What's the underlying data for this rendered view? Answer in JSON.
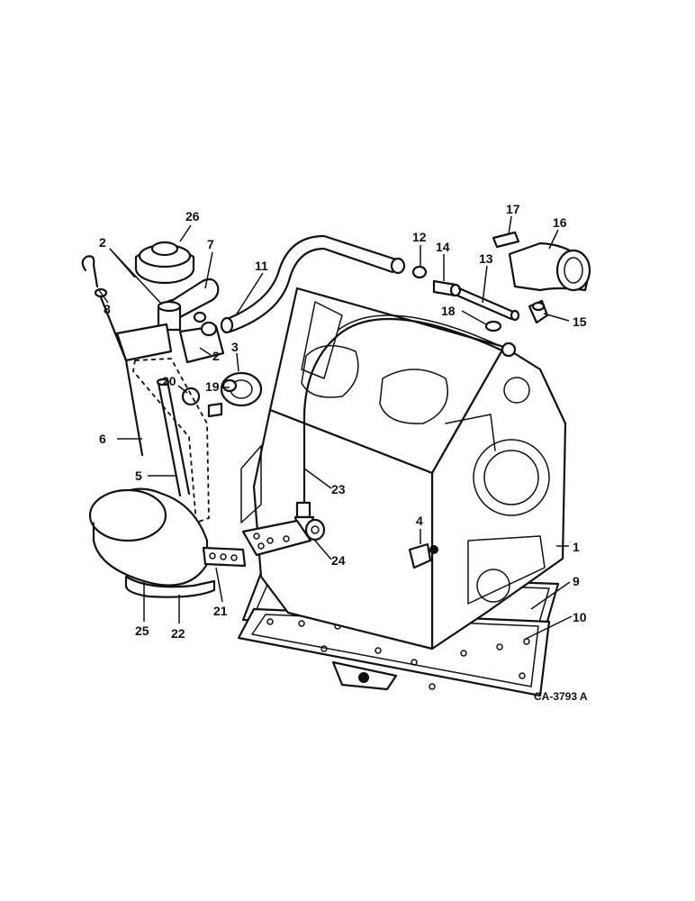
{
  "figure_code": "CA-3793 A",
  "callouts": [
    {
      "id": "c1",
      "label": "1"
    },
    {
      "id": "c2a",
      "label": "2"
    },
    {
      "id": "c2b",
      "label": "2"
    },
    {
      "id": "c3",
      "label": "3"
    },
    {
      "id": "c4",
      "label": "4"
    },
    {
      "id": "c5",
      "label": "5"
    },
    {
      "id": "c6",
      "label": "6"
    },
    {
      "id": "c7",
      "label": "7"
    },
    {
      "id": "c8",
      "label": "8"
    },
    {
      "id": "c9",
      "label": "9"
    },
    {
      "id": "c10",
      "label": "10"
    },
    {
      "id": "c11",
      "label": "11"
    },
    {
      "id": "c12",
      "label": "12"
    },
    {
      "id": "c13",
      "label": "13"
    },
    {
      "id": "c14",
      "label": "14"
    },
    {
      "id": "c15",
      "label": "15"
    },
    {
      "id": "c16",
      "label": "16"
    },
    {
      "id": "c17",
      "label": "17"
    },
    {
      "id": "c18",
      "label": "18"
    },
    {
      "id": "c19",
      "label": "19"
    },
    {
      "id": "c20",
      "label": "20"
    },
    {
      "id": "c21",
      "label": "21"
    },
    {
      "id": "c22",
      "label": "22"
    },
    {
      "id": "c23",
      "label": "23"
    },
    {
      "id": "c24",
      "label": "24"
    },
    {
      "id": "c25",
      "label": "25"
    },
    {
      "id": "c26",
      "label": "26"
    }
  ]
}
